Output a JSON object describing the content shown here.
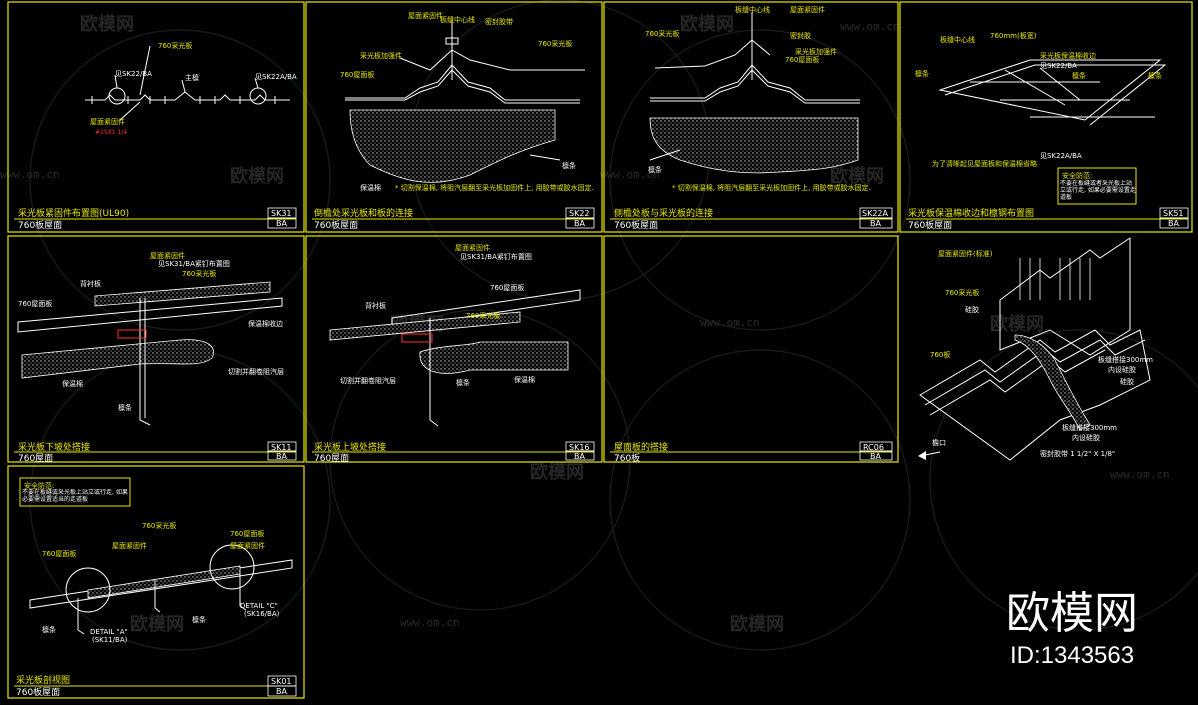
{
  "panels": [
    {
      "title": "采光板紧固件布置图(UL90)",
      "subtitle": "760板屋面",
      "code": "SK31",
      "code2": "BA"
    },
    {
      "title": "倒檐处采光板和板的连接",
      "subtitle": "760板屋面",
      "code": "SK22",
      "code2": "BA"
    },
    {
      "title": "侧檐处板与采光板的连接",
      "subtitle": "760板屋面",
      "code": "SK22A",
      "code2": "BA"
    },
    {
      "title": "采光板保温棉收边和檩钢布置图",
      "subtitle": "760板屋面",
      "code": "SK51",
      "code2": "BA"
    },
    {
      "title": "采光板下坡处搭接",
      "subtitle": "760屋面",
      "code": "SK11",
      "code2": "BA"
    },
    {
      "title": "采光板上坡处搭接",
      "subtitle": "760屋面",
      "code": "SK16",
      "code2": "BA"
    },
    {
      "title": "屋面板的搭接",
      "subtitle": "760板",
      "code": "RC06",
      "code2": "BA"
    },
    {
      "title": "采光板剖视图",
      "subtitle": "760板屋面",
      "code": "SK01",
      "code2": "BA"
    }
  ],
  "labels": {
    "p1": {
      "a": "760采光板",
      "b": "见SK22/BA",
      "c": "主檩",
      "d": "见SK22A/BA",
      "e": "屋面紧固件",
      "f": "#15X1 1/4"
    },
    "p2": {
      "a": "屋面紧固件",
      "b": "板缝中心线",
      "c": "密封胶带",
      "d": "760采光板",
      "e": "采光板加强件",
      "f": "760屋面板",
      "g": "保温棉",
      "h": "檩条",
      "note": "* 切割保温棉, 将阻汽层翻至采光板加固件上, 用胶带或胶水固定."
    },
    "p3": {
      "a": "板缝中心线",
      "b": "屋面紧固件",
      "c": "760采光板",
      "d": "密封胶",
      "e": "采光板加强件",
      "f": "760屋面板",
      "g": "檩条",
      "note": "* 切割保温棉, 将阻汽层翻至采光板加固件上, 用胶带或胶水固定."
    },
    "p4": {
      "a": "760mm(板宽)",
      "b": "板缝中心线",
      "c": "采光板保温棉收边",
      "d": "见SK22/BA",
      "e": "檩条",
      "f": "见SK22A/BA",
      "g": "为了清晰起见屋面板和保温棉省略",
      "note1": "安全防范:",
      "note2": "不要在板缝或者采光板上站立或行走, 如果必要需设置走道板"
    },
    "p5": {
      "a": "屋面紧固件",
      "b": "见SK31/BA紧钉布置图",
      "c": "760采光板",
      "d": "760屋面板",
      "e": "背衬板",
      "f": "保温棉收边",
      "g": "保温棉",
      "h": "切割并翻卷阻汽层",
      "i": "檩条"
    },
    "p6": {
      "a": "屋面紧固件",
      "b": "见SK31/BA紧钉布置图",
      "c": "760屋面板",
      "d": "背衬板",
      "e": "760采光板",
      "f": "切割并翻卷阻汽层",
      "g": "檩条",
      "h": "保温棉"
    },
    "p8": {
      "a": "760屋面板",
      "b": "760采光板",
      "c": "屋面紧固件",
      "d": "760屋面板",
      "e": "屋面紧固件",
      "f": "檩条",
      "g": "DETAIL \"A\"",
      "h": "(SK11/BA)",
      "i": "DETAIL \"C\"",
      "j": "(SK16/BA)",
      "k": "檩条",
      "note1": "安全防范:",
      "note2": "不要在板缝或采光板上站立或行走, 如果必要需设置适当的走道板"
    },
    "p9": {
      "a": "屋面紧固件(标准)",
      "b": "760采光板",
      "c": "硅胶",
      "d": "760板",
      "e": "板缝搭接300mm",
      "f": "内设硅胶",
      "g": "硅胶",
      "h": "板缝搭接300mm",
      "i": "内设硅胶",
      "j": "密封胶带 1 1/2\" X 1/8\"",
      "k": "檐口"
    }
  },
  "watermark": {
    "url": "www.om.cn",
    "name": "欧模网"
  },
  "brand": {
    "name": "欧模网",
    "id": "ID:1343563"
  }
}
